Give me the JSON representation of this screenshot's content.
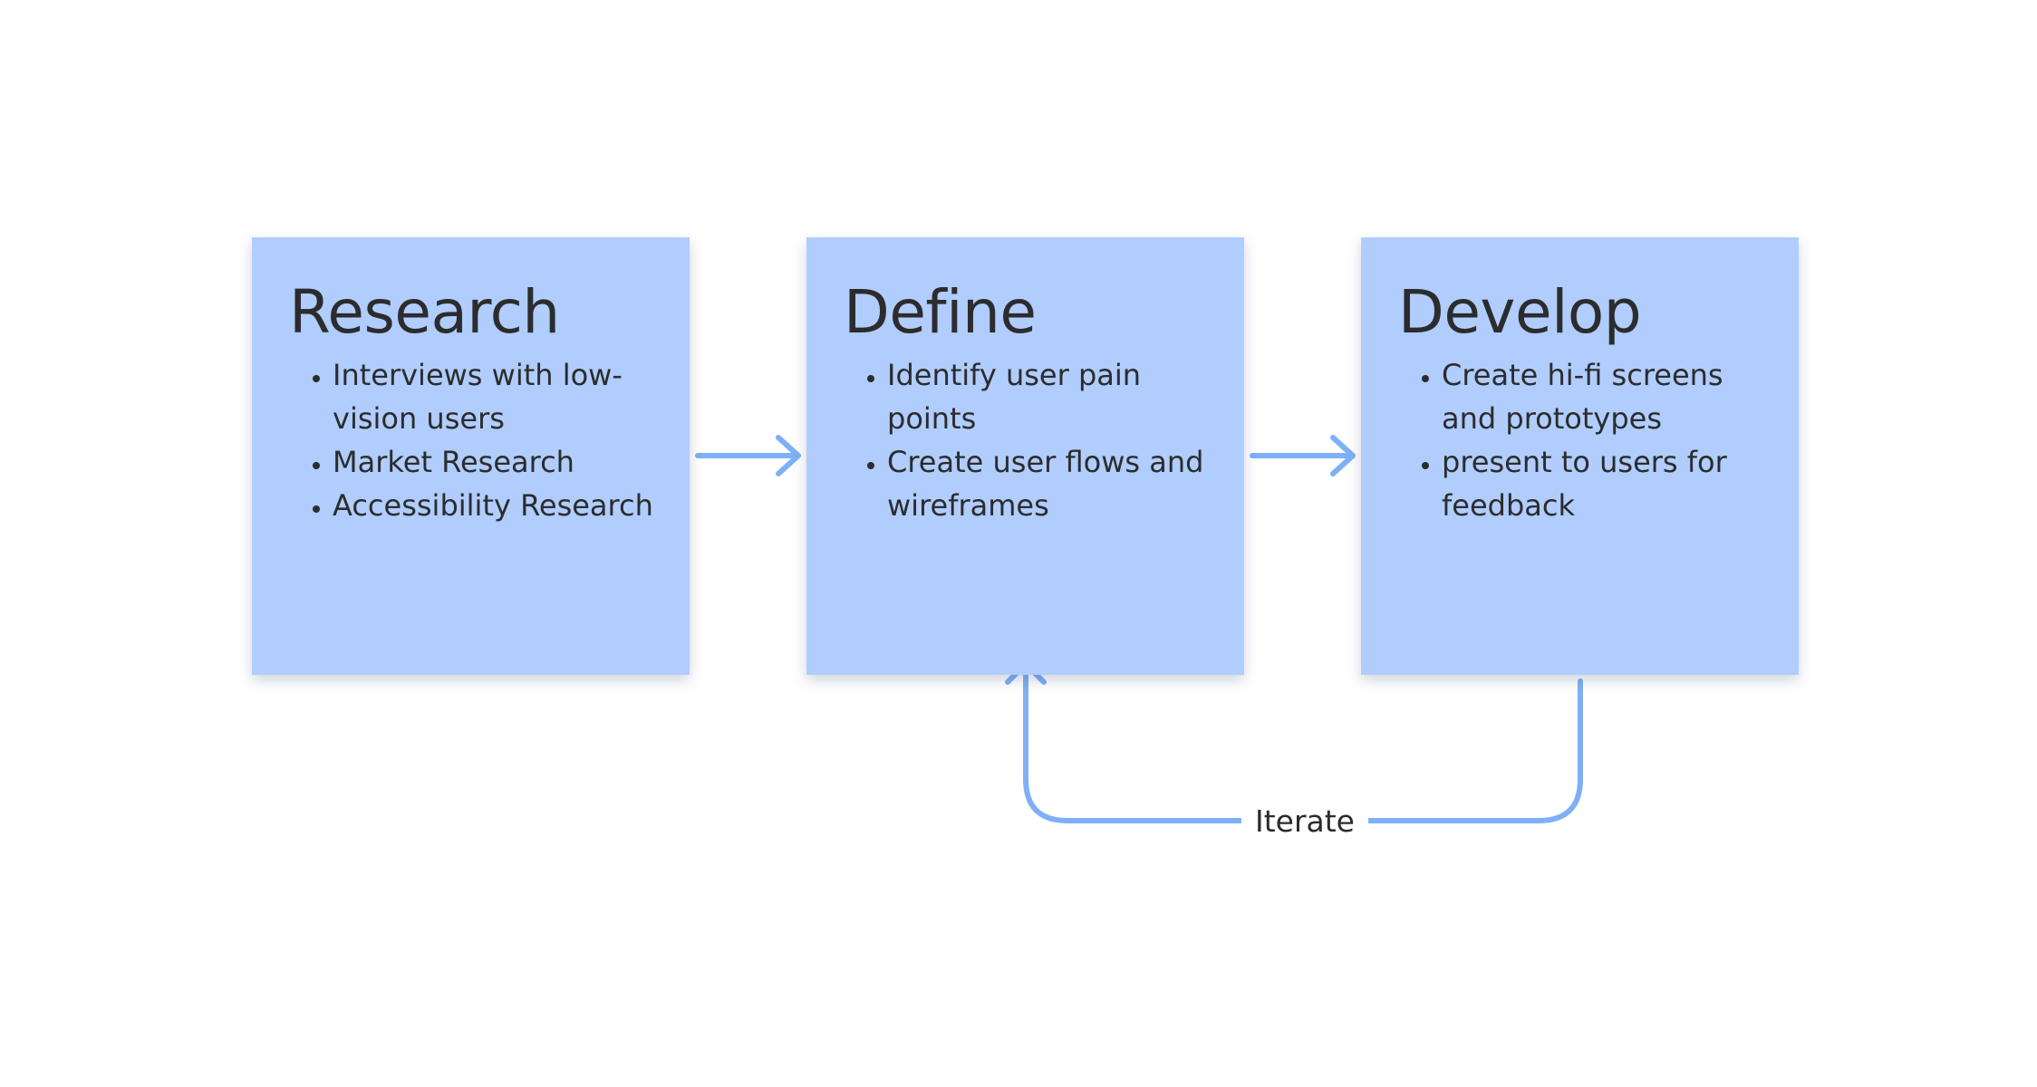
{
  "colors": {
    "background": "#ffffff",
    "card_fill": "#b0cdfd",
    "connector": "#7fb0f7",
    "text": "#2c2c2e"
  },
  "cards": [
    {
      "title": "Research",
      "items": [
        "Interviews with low-vision users",
        "Market Research",
        "Accessibility Research"
      ]
    },
    {
      "title": "Define",
      "items": [
        "Identify user pain points",
        "Create user flows and wireframes"
      ]
    },
    {
      "title": "Develop",
      "items": [
        "Create hi-fi screens and prototypes",
        "present to users for feedback"
      ]
    }
  ],
  "loop": {
    "label": "Iterate"
  }
}
